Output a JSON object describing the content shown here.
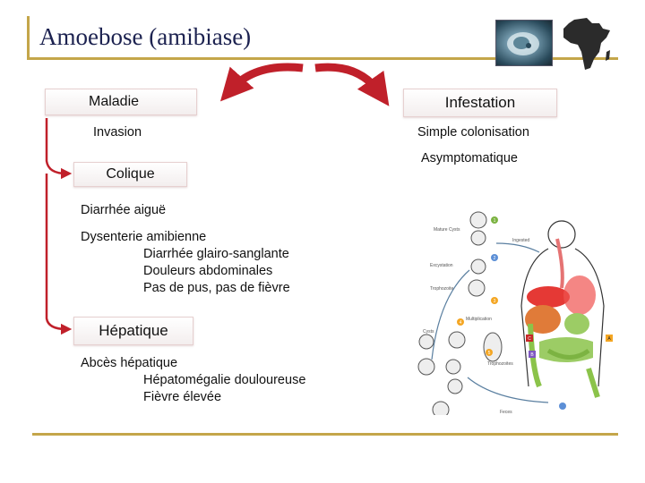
{
  "title": "Amoebose (amibiase)",
  "branches": {
    "maladie": {
      "label": "Maladie",
      "sub": "Invasion"
    },
    "infestation": {
      "label": "Infestation",
      "sub1": "Simple colonisation",
      "sub2": "Asymptomatique"
    }
  },
  "colique": {
    "label": "Colique",
    "line1": "Diarrhée aiguë",
    "dysenterie": "Dysenterie amibienne",
    "symptoms": [
      "Diarrhée glairo-sanglante",
      "Douleurs abdominales",
      "Pas de pus, pas de fièvre"
    ]
  },
  "hepatique": {
    "label": "Hépatique",
    "abces": "Abcès hépatique",
    "symptoms": [
      "Hépatomégalie douloureuse",
      "Fièvre élevée"
    ]
  },
  "cycle_figure": {
    "labels": [
      "Mature Cysts",
      "Ingested",
      "Excystation",
      "Trophozoite",
      "Multiplication",
      "Cysts",
      "Trophozoites",
      "Feces"
    ],
    "markers": [
      "1",
      "2",
      "3",
      "4",
      "5",
      "A",
      "B",
      "C"
    ]
  },
  "colors": {
    "title": "#1c2250",
    "frame": "#c4a64a",
    "arrow": "#c0202a"
  }
}
